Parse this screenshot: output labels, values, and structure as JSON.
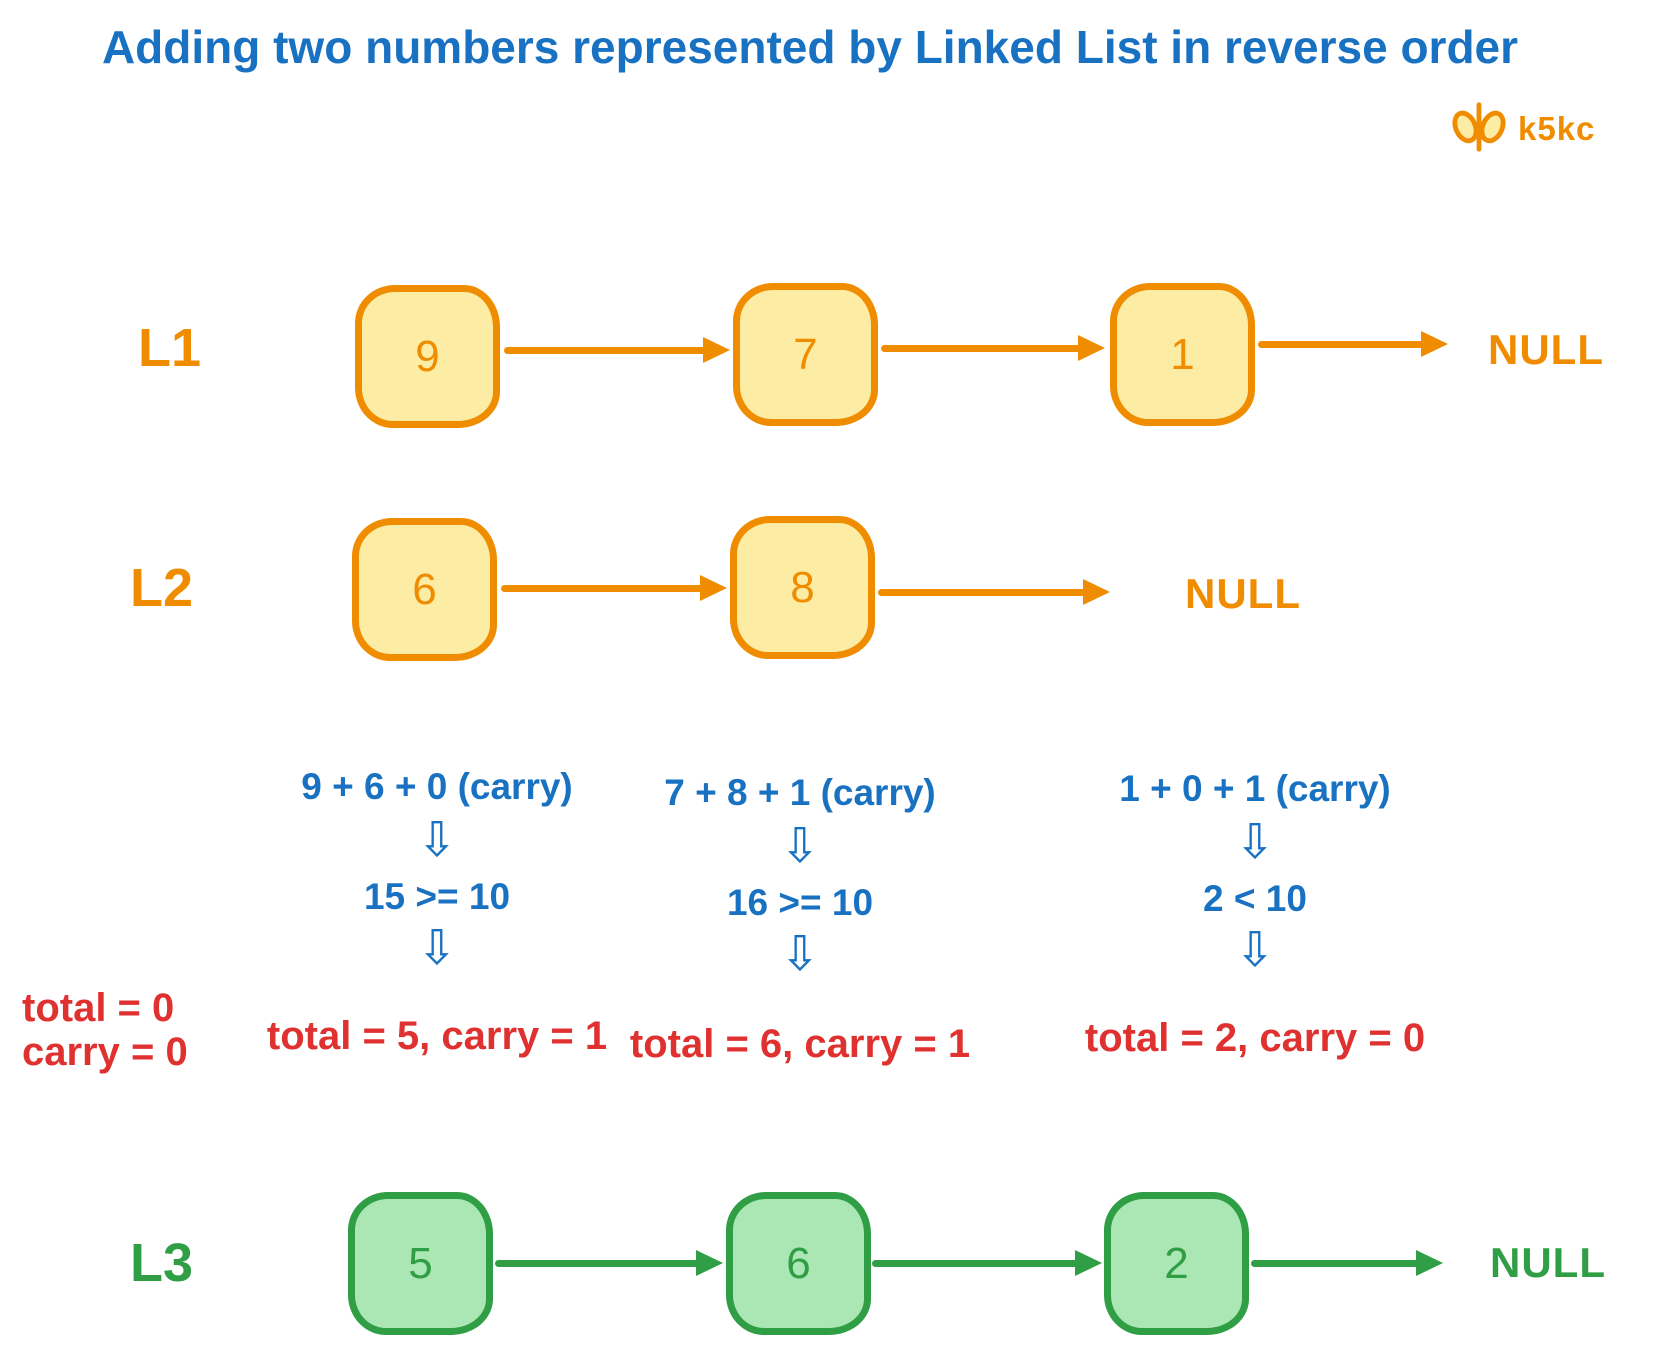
{
  "title": "Adding two numbers represented by Linked List in reverse order",
  "logo": {
    "brand": "k5kc"
  },
  "colors": {
    "orange_stroke": "#f08c00",
    "yellow_fill": "#fceca4",
    "green_stroke": "#2f9e44",
    "green_fill": "#abe7b4",
    "blue_text": "#1971c2",
    "red_text": "#e03131"
  },
  "lists": [
    {
      "label": "L1",
      "nodes": [
        "9",
        "7",
        "1"
      ],
      "terminator": "NULL"
    },
    {
      "label": "L2",
      "nodes": [
        "6",
        "8"
      ],
      "terminator": "NULL"
    },
    {
      "label": "L3",
      "nodes": [
        "5",
        "6",
        "2"
      ],
      "terminator": "NULL"
    }
  ],
  "initial_state": {
    "total": "total = 0",
    "carry": "carry = 0"
  },
  "steps": [
    {
      "expression": "9 + 6 + 0 (carry)",
      "comparison": "15 >= 10",
      "result": "total = 5, carry = 1"
    },
    {
      "expression": "7 + 8 + 1 (carry)",
      "comparison": "16 >= 10",
      "result": "total = 6, carry = 1"
    },
    {
      "expression": "1 + 0 + 1 (carry)",
      "comparison": "2 < 10",
      "result": "total = 2, carry = 0"
    }
  ],
  "symbols": {
    "down_arrow": "⇩"
  }
}
